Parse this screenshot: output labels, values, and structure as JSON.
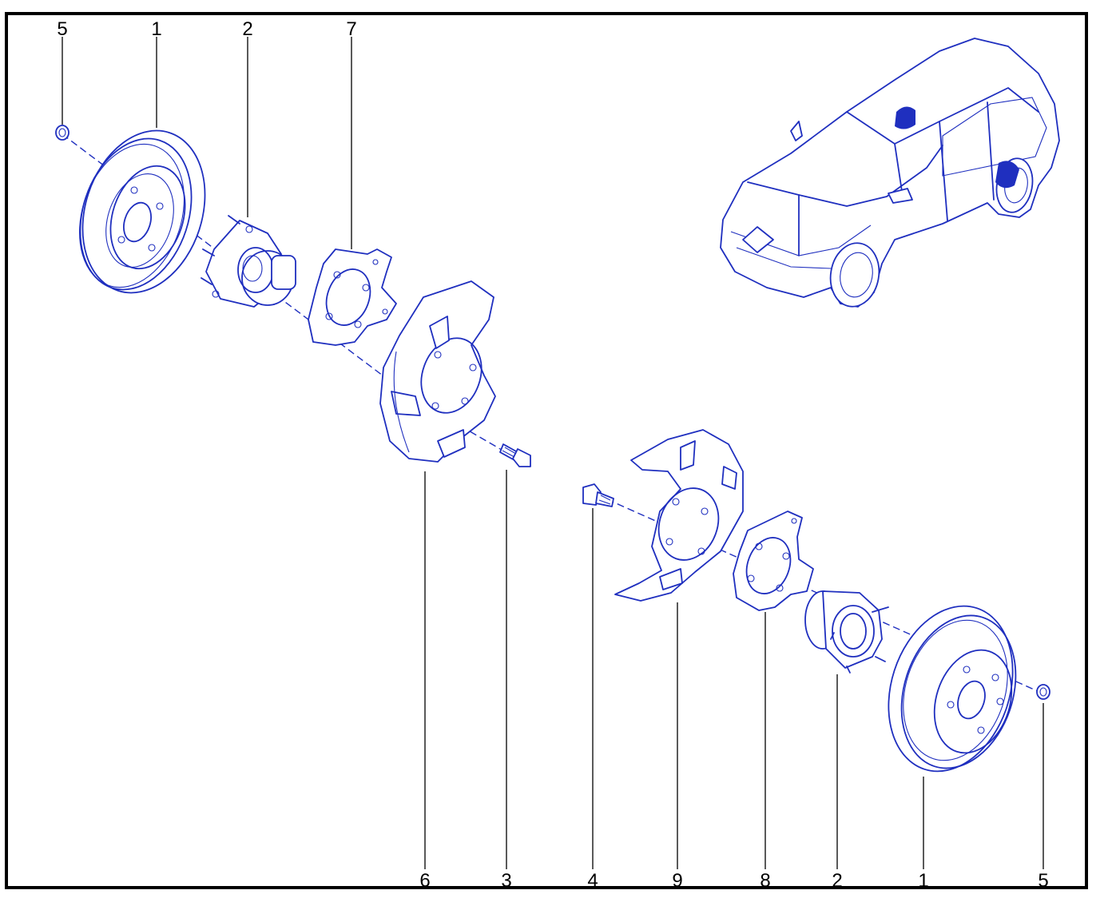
{
  "callouts": {
    "top": [
      "5",
      "1",
      "2",
      "7"
    ],
    "bottom": [
      "6",
      "3",
      "4",
      "9",
      "8",
      "2",
      "1",
      "5"
    ]
  },
  "colors": {
    "line": "#1f2fbf",
    "frame": "#000000",
    "background": "#ffffff"
  }
}
